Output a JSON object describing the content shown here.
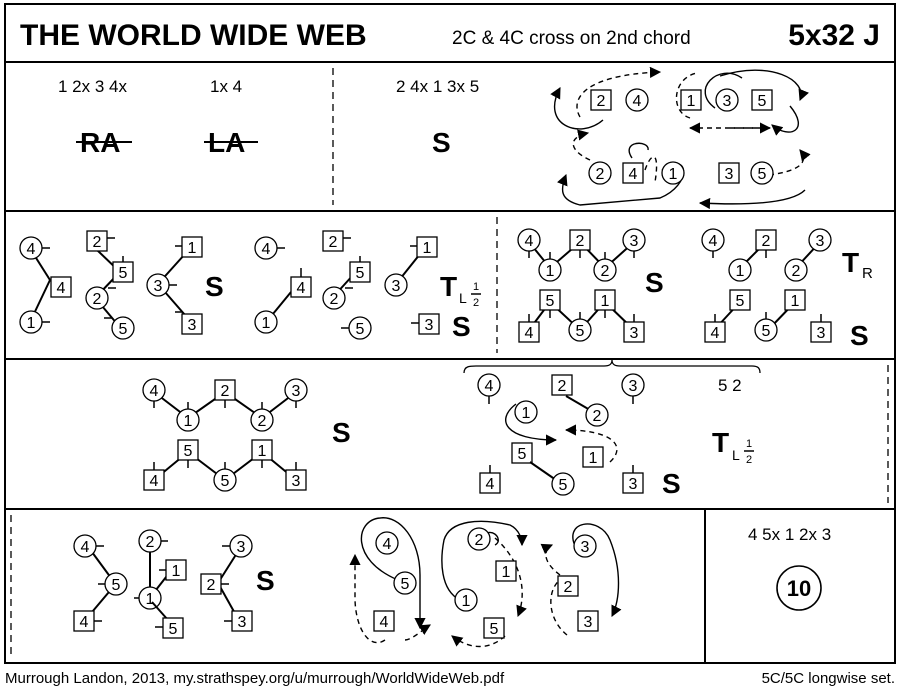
{
  "header": {
    "title": "THE WORLD WIDE WEB",
    "subtitle": "2C & 4C cross on 2nd chord",
    "code": "5x32 J"
  },
  "bar1": {
    "notes": [
      "1 2x  3 4x",
      "1x 4",
      "2 4x 1 3x 5"
    ],
    "figs": [
      "RA",
      "LA",
      "S"
    ]
  },
  "bar2": {
    "figs": [
      "S",
      "T",
      "S",
      "S",
      "T",
      "S"
    ],
    "subs": [
      "L",
      "1",
      "2",
      "R"
    ]
  },
  "bar3": {
    "figs": [
      "S",
      "T",
      "S"
    ],
    "subs": [
      "L",
      "1",
      "2"
    ],
    "note": "5 2"
  },
  "bar4": {
    "figs": [
      "S"
    ],
    "note": "4 5x 1 2x 3",
    "circle": "10"
  },
  "labels": {
    "n1": "1",
    "n2": "2",
    "n3": "3",
    "n4": "4",
    "n5": "5"
  },
  "footer": {
    "left": "Murrough Landon, 2013, my.strathspey.org/u/murrough/WorldWideWeb.pdf",
    "right": "5C/5C longwise set."
  },
  "colors": {
    "ink": "#000000",
    "paper": "#ffffff"
  }
}
